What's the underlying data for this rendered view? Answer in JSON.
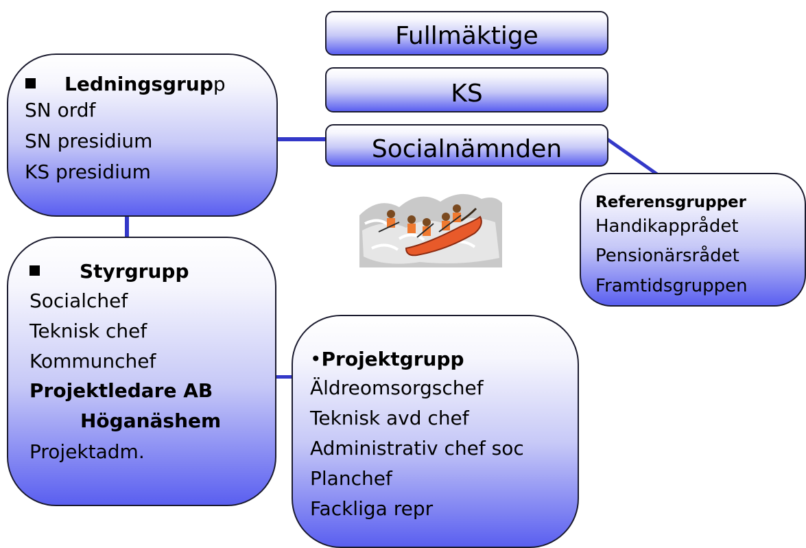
{
  "top_boxes": {
    "fullmaktige": "Fullmäktige",
    "ks": "KS",
    "socialnamnden": "Socialnämnden"
  },
  "ledningsgrupp": {
    "title_bold": "Ledningsgrup",
    "title_rest": "p",
    "items": [
      "SN ordf",
      "SN presidium",
      "KS presidium"
    ]
  },
  "styrgrupp": {
    "title": "Styrgrupp",
    "items": [
      "Socialchef",
      "Teknisk chef",
      "Kommunchef"
    ],
    "bold_line1": "Projektledare AB",
    "bold_line2": "Höganäshem",
    "last_item": "Projektadm."
  },
  "projektgrupp": {
    "bullet": "•",
    "title": "Projektgrupp",
    "items": [
      "Äldreomsorgschef",
      "Teknisk avd chef",
      "Administrativ chef soc",
      "Planchef",
      "Fackliga repr"
    ]
  },
  "referensgrupper": {
    "title": "Referensgrupper",
    "items": [
      "Handikapprådet",
      "Pensionärsrådet",
      "Framtidsgruppen"
    ]
  },
  "image": {
    "icon": "rafting-clipart-icon"
  },
  "colors": {
    "box_gradient_bottom": "#5a5ff0",
    "connector": "#3338c8",
    "border": "#1a1a2e"
  }
}
